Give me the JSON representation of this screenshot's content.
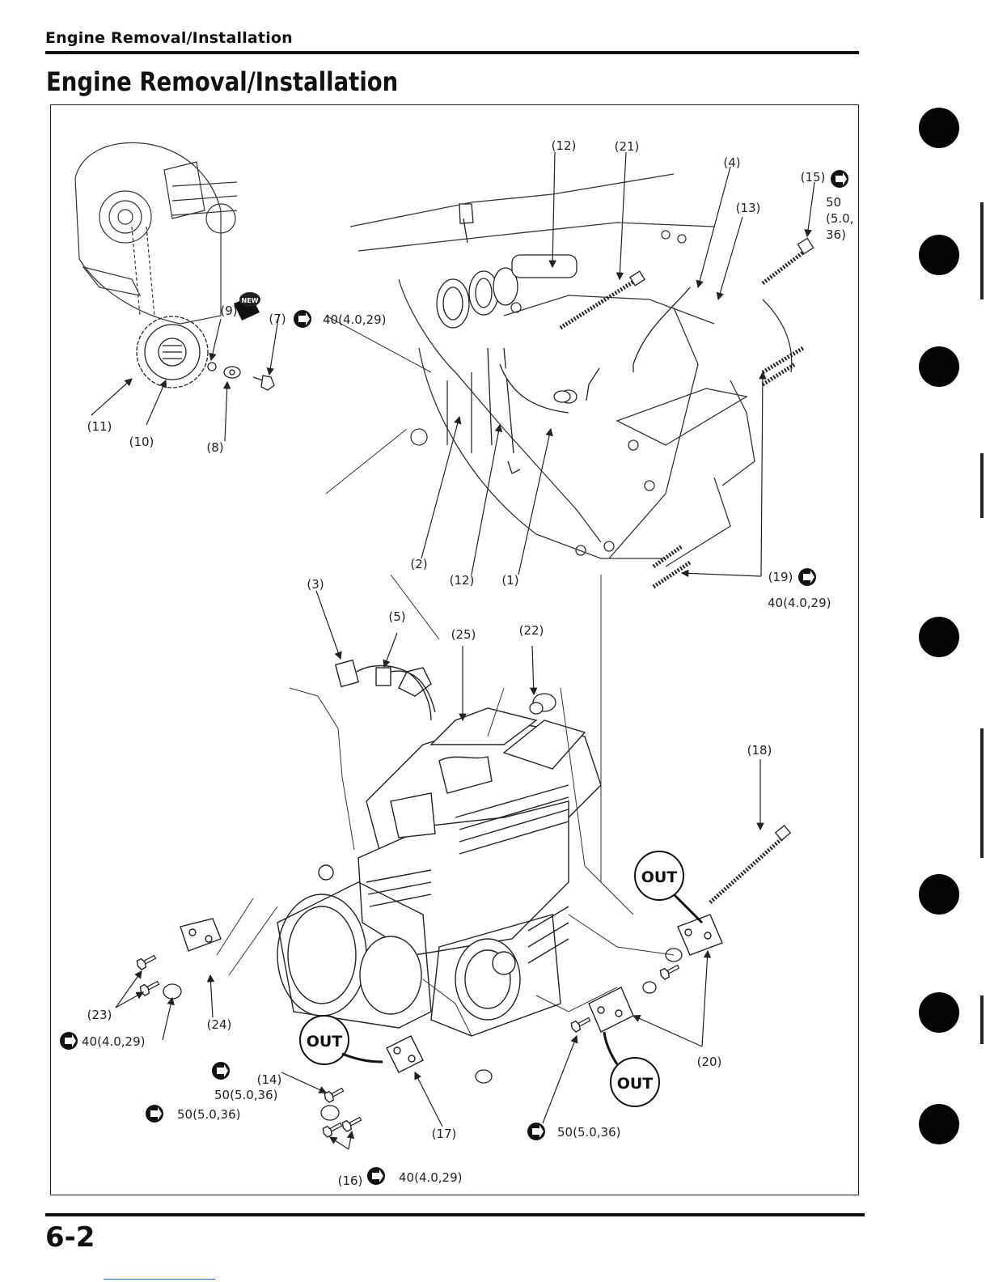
{
  "header": {
    "running_title": "Engine Removal/Installation"
  },
  "section": {
    "title": "Engine Removal/Installation"
  },
  "footer": {
    "page_number": "6-2"
  },
  "figure": {
    "callouts": {
      "c1": "(1)",
      "c2": "(2)",
      "c3": "(3)",
      "c4": "(4)",
      "c5": "(5)",
      "c7": "(7)",
      "c8": "(8)",
      "c9": "(9)",
      "c10": "(10)",
      "c11": "(11)",
      "c12a": "(12)",
      "c12b": "(12)",
      "c13": "(13)",
      "c14": "(14)",
      "c15": "(15)",
      "c16": "(16)",
      "c17": "(17)",
      "c18": "(18)",
      "c19": "(19)",
      "c20": "(20)",
      "c21": "(21)",
      "c22": "(22)",
      "c23": "(23)",
      "c24": "(24)",
      "c25": "(25)"
    },
    "torques": {
      "t7": "40(4.0,29)",
      "t15_line1": "50",
      "t15_line2": "(5.0,",
      "t15_line3": "36)",
      "t19": "40(4.0,29)",
      "t23": "40(4.0,29)",
      "t14": "50(5.0,36)",
      "t_nut_left": "50(5.0,36)",
      "t16": "40(4.0,29)",
      "t_nut_right": "50(5.0,36)"
    },
    "badges": {
      "new": "NEW",
      "out_top": "OUT",
      "out_left": "OUT",
      "out_right": "OUT"
    },
    "icons": [
      "torque-wrench-icon",
      "new-part-icon",
      "out-direction-icon"
    ]
  }
}
